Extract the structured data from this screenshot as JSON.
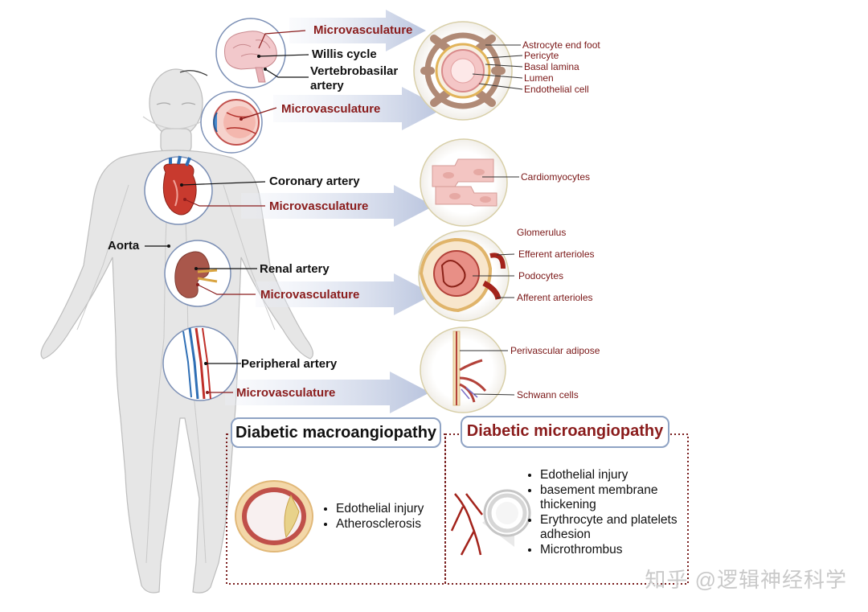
{
  "organ_labels": {
    "microvasculature": "Microvasculature",
    "willis_cycle": "Willis cycle",
    "vertebrobasilar_line1": "Vertebrobasilar",
    "vertebrobasilar_line2": "artery",
    "coronary_artery": "Coronary artery",
    "aorta": "Aorta",
    "renal_artery": "Renal artery",
    "peripheral_artery": "Peripheral artery"
  },
  "brain_cell_labels": [
    "Astrocyte end foot",
    "Pericyte",
    "Basal lamina",
    "Lumen",
    "Endothelial cell"
  ],
  "heart_cell_labels": [
    "Cardiomyocytes"
  ],
  "kidney_cell_labels": {
    "glomerulus": "Glomerulus",
    "efferent": "Efferent arterioles",
    "podocytes": "Podocytes",
    "afferent": "Afferent  arterioles"
  },
  "peripheral_cell_labels": [
    "Perivascular adipose",
    "Schwann cells"
  ],
  "macro": {
    "title": "Diabetic macroangiopathy",
    "bullets": [
      "Edothelial injury",
      "Atherosclerosis"
    ]
  },
  "micro": {
    "title": "Diabetic microangiopathy",
    "bullets": [
      "Edothelial injury",
      "basement membrane thickening",
      "Erythrocyte and platelets adhesion",
      "Microthrombus"
    ]
  },
  "watermark": "知乎 @逻辑神经科学",
  "colors": {
    "red_label": "#8a1c1c",
    "arrow": "#c5cfe6",
    "box_border": "#8fa3c4",
    "dotted_border": "#7a2020",
    "body": "#e3e3e3"
  },
  "icons": [
    "brain-icon",
    "eye-icon",
    "heart-icon",
    "kidney-icon",
    "leg-vessels-icon",
    "capillary-cross-section-icon",
    "cardiomyocytes-icon",
    "glomerulus-icon",
    "peripheral-nerve-icon",
    "artery-cross-section-icon",
    "capillary-network-icon"
  ]
}
